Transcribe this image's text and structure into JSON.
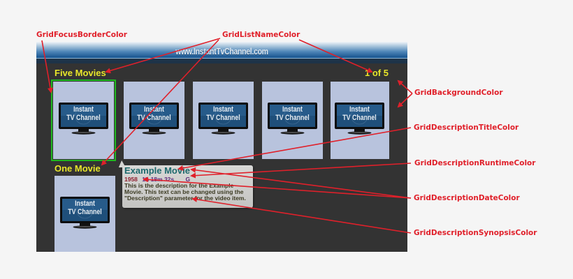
{
  "screen": {
    "banner_title": "www.InstantTvChannel.com",
    "rows": [
      {
        "list_name": "Five Movies",
        "counter": "1 of 5",
        "tiles": [
          {
            "label": "Instant TV Channel",
            "focused": true
          },
          {
            "label": "Instant TV Channel"
          },
          {
            "label": "Instant TV Channel"
          },
          {
            "label": "Instant TV Channel"
          },
          {
            "label": "Instant TV Channel"
          }
        ]
      },
      {
        "list_name": "One Movie",
        "tiles": [
          {
            "label": "Instant TV Channel"
          }
        ]
      }
    ],
    "description": {
      "title": "Example Movie",
      "date": "1958",
      "runtime": "1h 18m 32s",
      "rating": "G",
      "synopsis": "This is the description for the Example Movie. This text can be changed using the \"Description\" parameter for the video item."
    },
    "tv_logo": {
      "line1": "Instant",
      "line2": "TV Channel"
    }
  },
  "annotations": {
    "focus_border": "GridFocusBorderColor",
    "list_name": "GridListNameColor",
    "background": "GridBackgroundColor",
    "desc_title": "GridDescriptionTitleColor",
    "desc_runtime": "GridDescriptionRuntimeColor",
    "desc_date": "GridDescriptionDateColor",
    "desc_synopsis": "GridDescriptionSynopsisColor"
  },
  "colors": {
    "grid_background": "#333333",
    "focus_border": "#1fb81f",
    "list_name": "#e8e62a",
    "desc_title": "#1d6a6d",
    "desc_date": "#8f1f2f",
    "desc_runtime": "#5e2a7d",
    "desc_synopsis": "#3b3a22",
    "tile_background": "#b8c3dd",
    "annotation": "#e0202a"
  }
}
